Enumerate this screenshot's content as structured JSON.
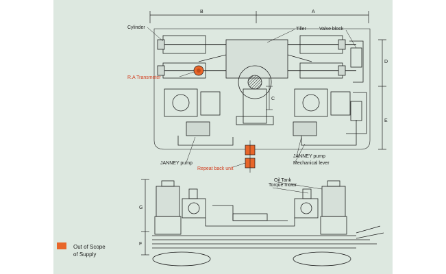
{
  "labels": {
    "cylinder": "Cylinder",
    "tiller": "Tiller",
    "valve_block": "Valve block",
    "ra_transmeter": "R.A Transmeter",
    "janney_pump_left": "JANNEY pump",
    "janney_pump_right": "JANNEY pump",
    "repeat_back_unit": "Repeat back unit",
    "mechanical_lever": "Mechanical lever",
    "oil_tank": "Oil Tank",
    "torque_motor": "Torque motor"
  },
  "dimensions": {
    "a": "A",
    "b": "B",
    "c_upper": "C",
    "c_lower": "C",
    "d": "D",
    "e": "E",
    "f": "F",
    "g": "G"
  },
  "legend": {
    "line1": "Out of Scope",
    "line2": "of Supply",
    "color": "#e8662a"
  },
  "colors": {
    "background": "#dde8e0",
    "line": "#1e1e1e",
    "highlight": "#e8662a",
    "red_label": "#d23a1a"
  }
}
